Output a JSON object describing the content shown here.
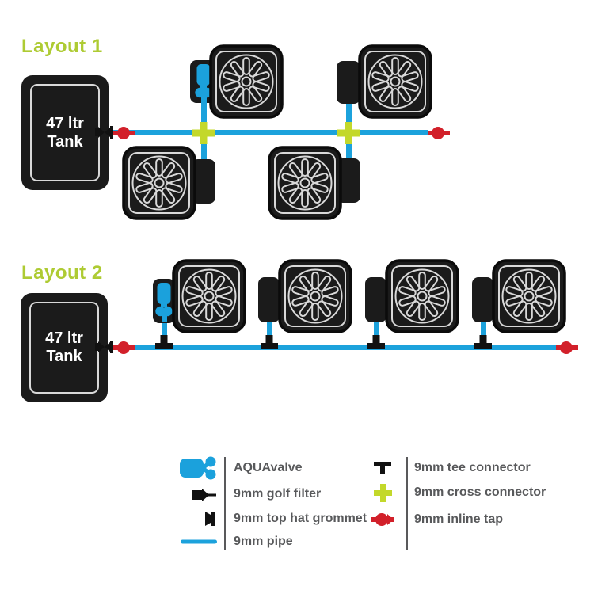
{
  "colors": {
    "pipe_blue": "#1ca2dc",
    "valve_blue": "#1ba1dc",
    "connector_green": "#c3d82b",
    "title_green": "#aecb33",
    "tap_red": "#d2202a",
    "component_black": "#1b1b1b",
    "outline_light": "#d9d9d9",
    "legend_text": "#58595b"
  },
  "layout1": {
    "title": "Layout 1",
    "tank": {
      "line1": "47 ltr",
      "line2": "Tank"
    },
    "pot_count": 4
  },
  "layout2": {
    "title": "Layout 2",
    "tank": {
      "line1": "47 ltr",
      "line2": "Tank"
    },
    "pot_count": 4
  },
  "legend": {
    "left": [
      {
        "icon": "aquavalve-icon",
        "label": "AQUAvalve"
      },
      {
        "icon": "golf-filter-icon",
        "label": "9mm golf filter"
      },
      {
        "icon": "top-hat-grommet-icon",
        "label": "9mm top hat grommet"
      },
      {
        "icon": "pipe-icon",
        "label": "9mm pipe"
      }
    ],
    "right": [
      {
        "icon": "tee-connector-icon",
        "label": "9mm tee connector"
      },
      {
        "icon": "cross-connector-icon",
        "label": "9mm cross connector"
      },
      {
        "icon": "inline-tap-icon",
        "label": "9mm inline tap"
      }
    ]
  }
}
